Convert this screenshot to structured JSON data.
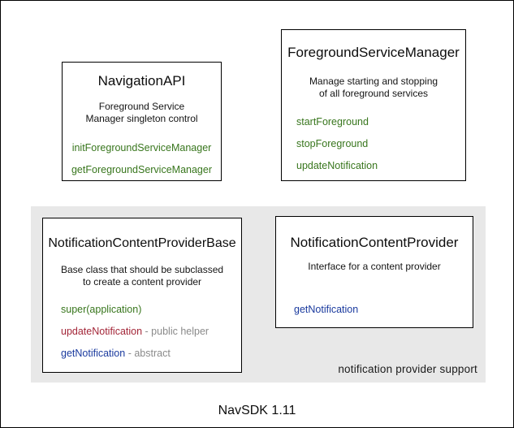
{
  "footer": "NavSDK 1.11",
  "colors": {
    "method_green": "#38761d",
    "method_red": "#a32638",
    "method_blue": "#1a3a9e",
    "helper_gray": "#8a8a8a",
    "group_background": "#e8e8e8",
    "border_black": "#000000"
  },
  "group": {
    "label": "notification provider support"
  },
  "boxes": {
    "navigation_api": {
      "title": "NavigationAPI",
      "description_lines": [
        "Foreground Service",
        "Manager singleton control"
      ],
      "methods": [
        {
          "name": "initForegroundServiceManager",
          "suffix": ""
        },
        {
          "name": "getForegroundServiceManager",
          "suffix": ""
        }
      ]
    },
    "foreground_service_manager": {
      "title": "ForegroundServiceManager",
      "description_lines": [
        "Manage starting and stopping",
        "of all foreground services"
      ],
      "methods": [
        {
          "name": "startForeground",
          "suffix": ""
        },
        {
          "name": "stopForeground",
          "suffix": ""
        },
        {
          "name": "updateNotification",
          "suffix": ""
        }
      ]
    },
    "notification_content_provider_base": {
      "title": "NotificationContentProviderBase",
      "description_lines": [
        "Base class that should be subclassed",
        "to create a content provider"
      ],
      "methods": [
        {
          "name": "super(application)",
          "suffix": ""
        },
        {
          "name": "updateNotification",
          "suffix": " - public helper"
        },
        {
          "name": "getNotification",
          "suffix": " - abstract"
        }
      ]
    },
    "notification_content_provider": {
      "title": "NotificationContentProvider",
      "description_lines": [
        "Interface for a content provider",
        ""
      ],
      "methods": [
        {
          "name": "getNotification",
          "suffix": ""
        }
      ]
    }
  }
}
